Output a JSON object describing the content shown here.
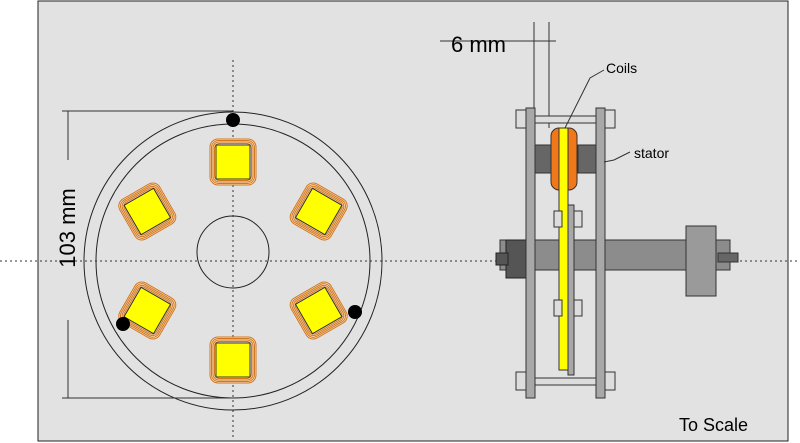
{
  "labels": {
    "diameter": "103 mm",
    "gap": "6 mm",
    "coils": "Coils",
    "stator": "stator",
    "scale_note": "To Scale"
  },
  "colors": {
    "panel_bg": "#e2e2e2",
    "magnet": "#ffff00",
    "coil_wire": "#d2781e",
    "coil_highlight": "#f07818",
    "steel_plate": "#a8a8a8",
    "shaft": "#8c8c8c",
    "bearing": "#555555",
    "fastener": "#000000"
  }
}
